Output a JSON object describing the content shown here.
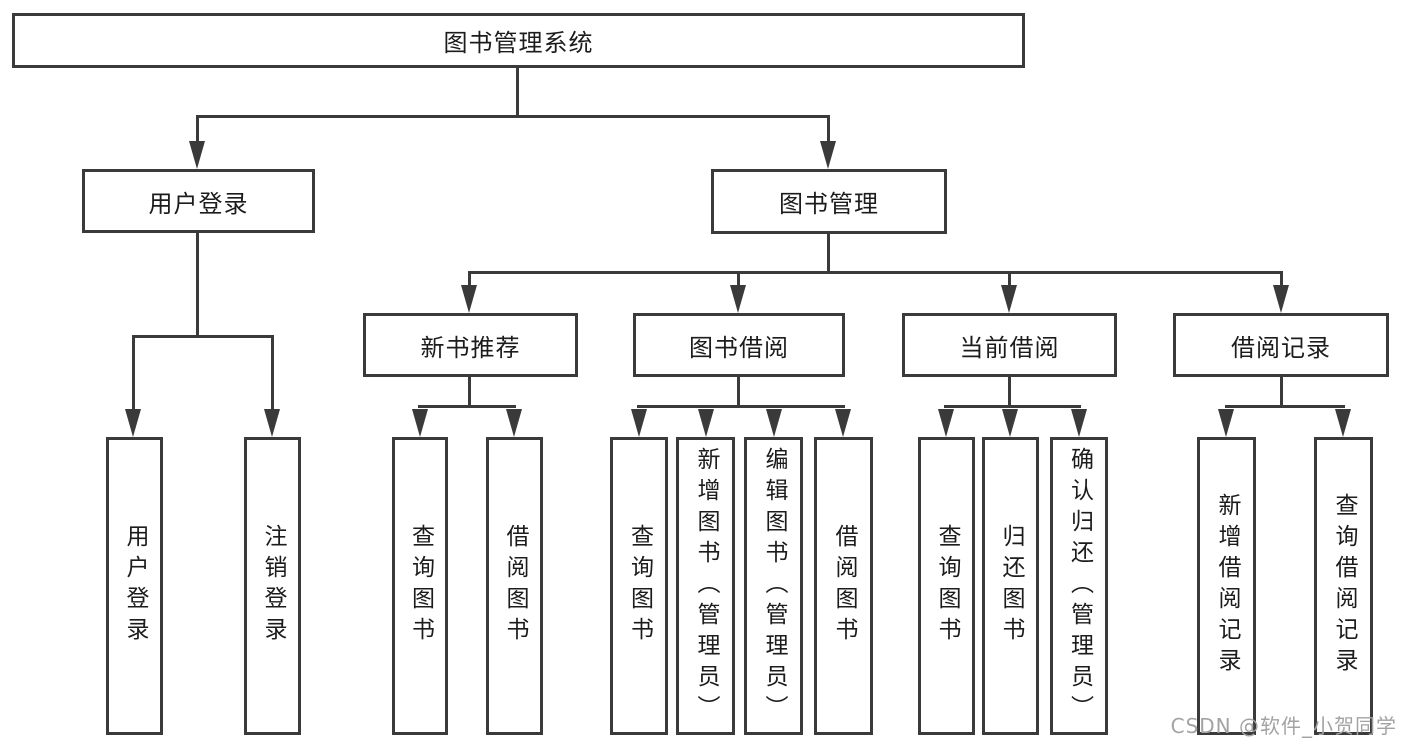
{
  "diagram": {
    "title": "图书管理系统",
    "root": {
      "label": "图书管理系统"
    },
    "level2": {
      "user_login": {
        "label": "用户登录"
      },
      "book_mgmt": {
        "label": "图书管理"
      }
    },
    "level3": {
      "new_book_rec": {
        "label": "新书推荐"
      },
      "book_borrow": {
        "label": "图书借阅"
      },
      "current_borrow": {
        "label": "当前借阅"
      },
      "borrow_records": {
        "label": "借阅记录"
      }
    },
    "leaves": {
      "user_login": [
        "用户登录",
        "注销登录"
      ],
      "new_book_rec": [
        "查询图书",
        "借阅图书"
      ],
      "book_borrow": [
        "查询图书",
        "新增图书（管理员）",
        "编辑图书（管理员）",
        "借阅图书"
      ],
      "current_borrow": [
        "查询图书",
        "归还图书",
        "确认归还（管理员）"
      ],
      "borrow_records": [
        "新增借阅记录",
        "查询借阅记录"
      ]
    }
  },
  "watermark": {
    "text": "CSDN @软件_小贺同学"
  },
  "colors": {
    "line": "#3a3a3a",
    "text": "#1c1c1c",
    "background": "#ffffff",
    "watermark": "#a3a3a3"
  }
}
